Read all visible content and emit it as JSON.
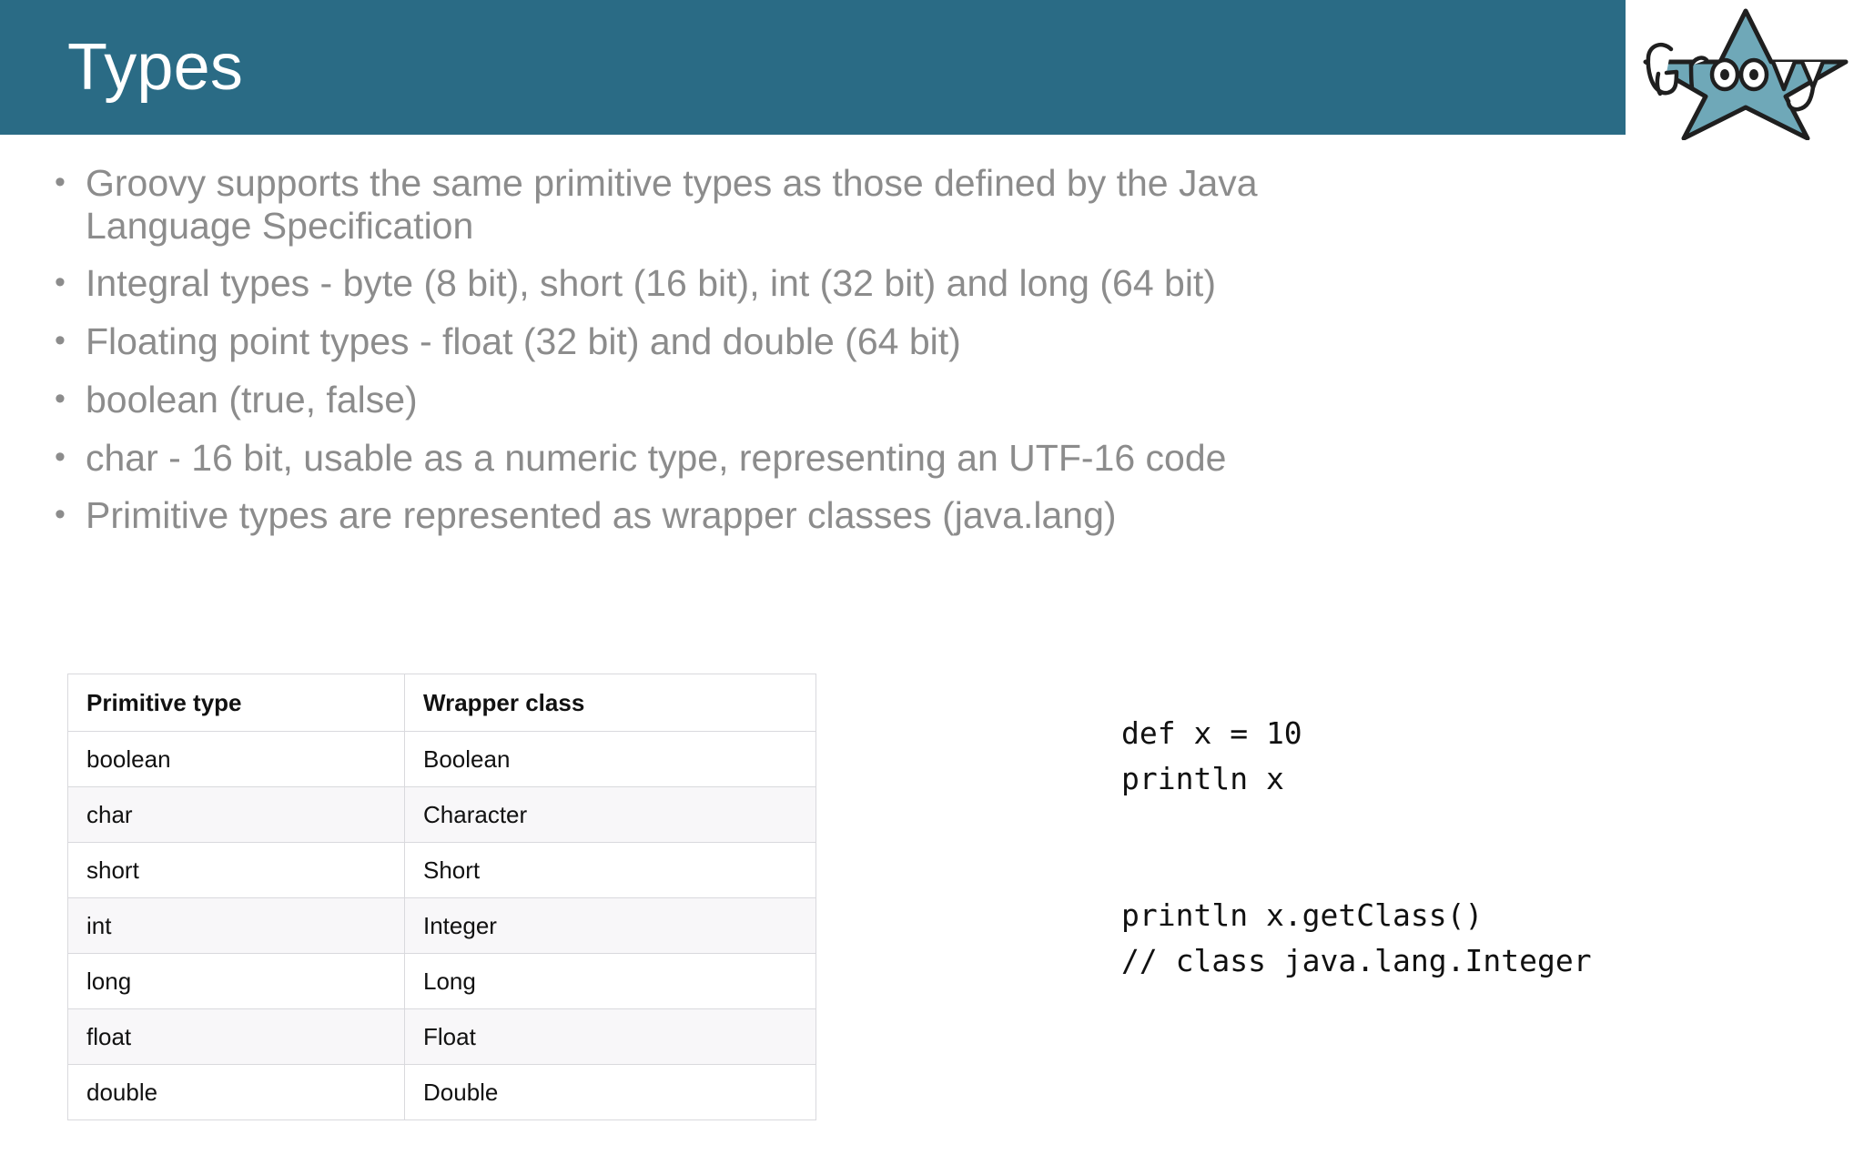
{
  "header": {
    "title": "Types",
    "bar_color": "#2a6b85",
    "logo": {
      "name": "groovy-logo",
      "wordmark": "Groovy",
      "star_fill": "#6fa8b8",
      "outline": "#1f1f1f"
    }
  },
  "body": {
    "bullet_marker": "•",
    "text_color": "#8c8c8c",
    "bullets": [
      "Groovy supports the same primitive types as those defined by the Java Language Specification",
      "Integral types - byte (8 bit), short (16 bit), int (32 bit) and long (64 bit)",
      "Floating point types - float (32 bit) and double (64 bit)",
      "boolean (true, false)",
      "char - 16 bit, usable as a numeric type, representing an UTF-16 code",
      "Primitive types are represented as wrapper classes (java.lang)"
    ]
  },
  "table": {
    "columns": [
      "Primitive type",
      "Wrapper class"
    ],
    "rows": [
      [
        "boolean",
        "Boolean"
      ],
      [
        "char",
        "Character"
      ],
      [
        "short",
        "Short"
      ],
      [
        "int",
        "Integer"
      ],
      [
        "long",
        "Long"
      ],
      [
        "float",
        "Float"
      ],
      [
        "double",
        "Double"
      ]
    ]
  },
  "code": {
    "language": "groovy",
    "lines": [
      "def x = 10",
      "println x",
      "",
      "",
      "println x.getClass()",
      "// class java.lang.Integer"
    ],
    "text": "def x = 10\nprintln x\n\n\nprintln x.getClass()\n// class java.lang.Integer"
  }
}
